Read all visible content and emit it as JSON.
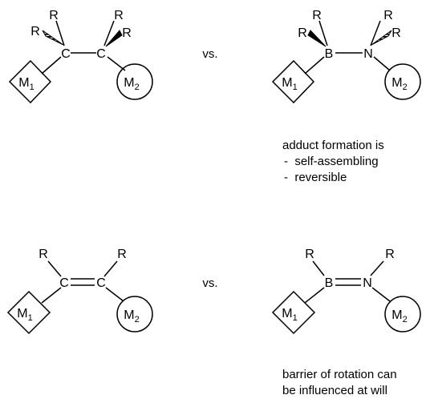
{
  "diagram": {
    "atoms": {
      "carbon": "C",
      "boron": "B",
      "nitrogen": "N",
      "substituent": "R",
      "metal_label": "M",
      "metal1_sub": "1",
      "metal2_sub": "2"
    },
    "comparison_word": "vs.",
    "note_top": {
      "heading": "adduct formation is",
      "items": [
        "-  self-assembling",
        "-  reversible"
      ]
    },
    "note_bottom": {
      "lines": [
        "barrier of rotation can",
        "be influenced at will"
      ]
    }
  }
}
